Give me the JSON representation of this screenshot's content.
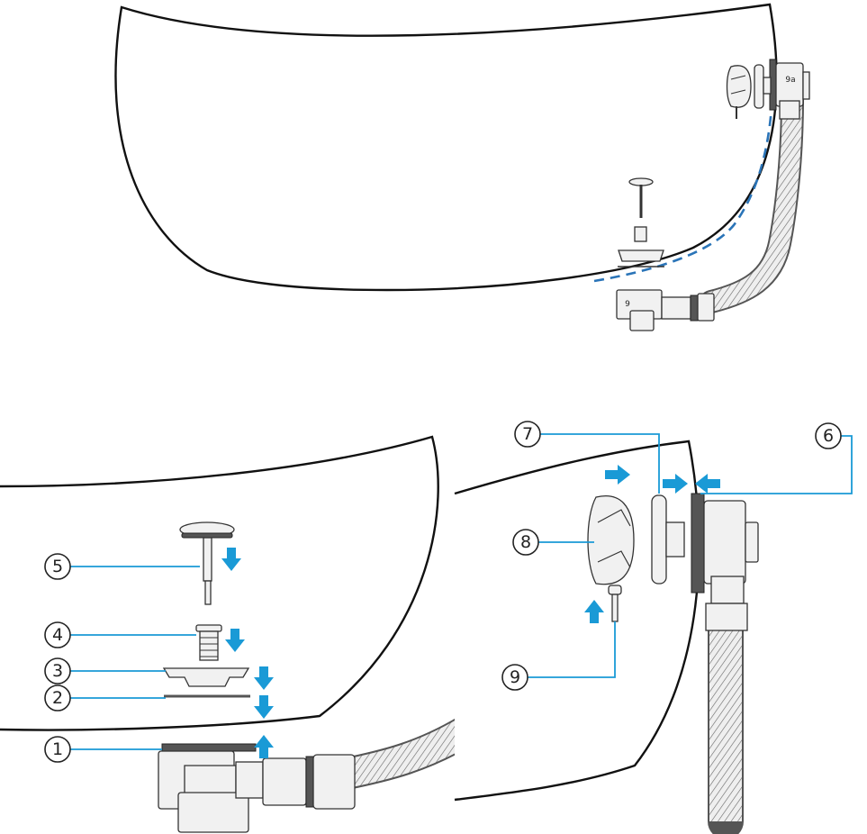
{
  "overview": {
    "labels": [
      {
        "id": "9",
        "text": "9"
      },
      {
        "id": "9a",
        "text": "9a"
      }
    ]
  },
  "callouts": [
    {
      "id": "1",
      "text": "1"
    },
    {
      "id": "2",
      "text": "2"
    },
    {
      "id": "3",
      "text": "3"
    },
    {
      "id": "4",
      "text": "4"
    },
    {
      "id": "5",
      "text": "5"
    },
    {
      "id": "6",
      "text": "6"
    },
    {
      "id": "7",
      "text": "7"
    },
    {
      "id": "8",
      "text": "8"
    },
    {
      "id": "9",
      "text": "9"
    }
  ],
  "colors": {
    "leader": "#1a9ad6",
    "dashed_path": "#2a74b8",
    "outline": "#111111"
  }
}
